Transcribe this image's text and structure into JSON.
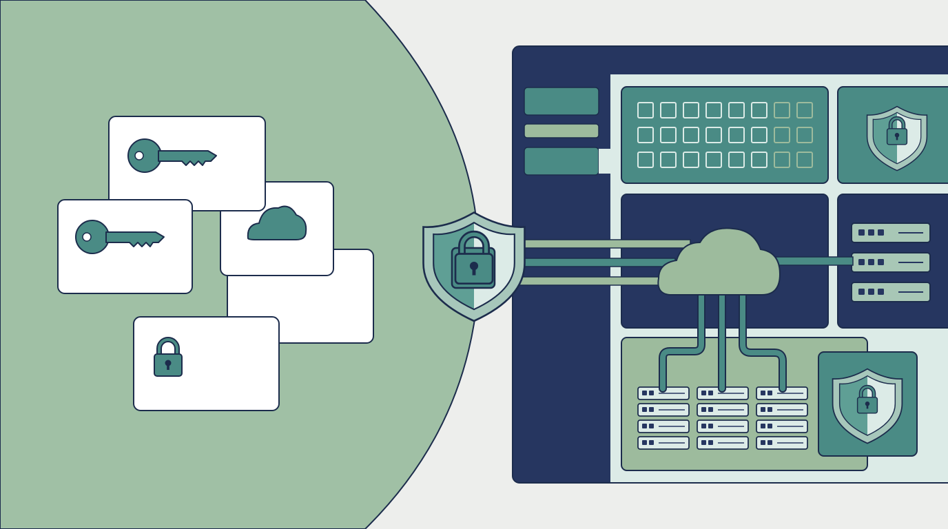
{
  "illustration": {
    "theme": "cloud-security",
    "colors": {
      "background": "#EDEEEC",
      "circle_fill": "#A0C0A5",
      "navy": "#263660",
      "outline": "#1C2C4C",
      "teal": "#4A8B85",
      "teal_dark": "#3C7873",
      "sage": "#9DBB9D",
      "mint": "#DCEBE7",
      "card": "#FFFFFF"
    },
    "credential_cards": [
      {
        "icon": "key-icon"
      },
      {
        "icon": "key-icon"
      },
      {
        "icon": "cloud-icon"
      },
      {
        "icon": "none"
      },
      {
        "icon": "lock-icon"
      }
    ],
    "dashboard": {
      "sidebar_items": 3,
      "grid_rows": 3,
      "grid_cols": 8,
      "server_racks_right": 3,
      "server_stacks_bottom": 3,
      "units_per_stack": 4
    }
  }
}
